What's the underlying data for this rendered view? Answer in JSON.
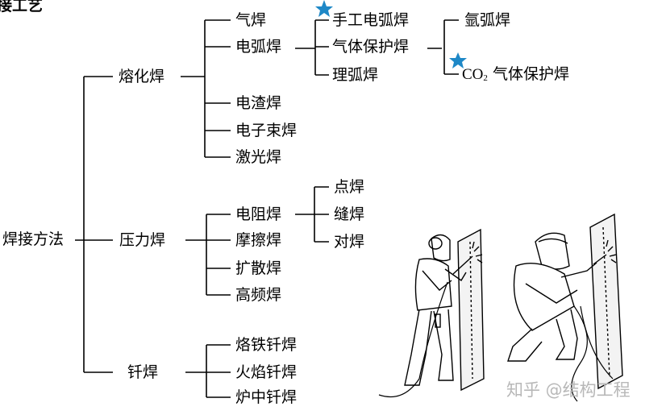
{
  "page_title": "接工艺",
  "root": "焊接方法",
  "categories": {
    "fusion": "熔化焊",
    "pressure": "压力焊",
    "brazing": "钎焊"
  },
  "fusion_items": {
    "gas": "气焊",
    "arc": "电弧焊",
    "electroslag": "电渣焊",
    "ebeam": "电子束焊",
    "laser": "激光焊"
  },
  "arc_items": {
    "manual": "手工电弧焊",
    "gas_shielded": "气体保护焊",
    "stud": "理弧焊"
  },
  "gas_shielded_items": {
    "argon": "氩弧焊",
    "co2_main": "CO",
    "co2_sub": "2",
    "co2_rest": " 气体保护焊"
  },
  "pressure_items": {
    "resistance": "电阻焊",
    "friction": "摩擦焊",
    "diffusion": "扩散焊",
    "hf": "高频焊"
  },
  "resistance_items": {
    "spot": "点焊",
    "seam": "缝焊",
    "butt": "对焊"
  },
  "brazing_items": {
    "iron": "烙铁钎焊",
    "flame": "火焰钎焊",
    "furnace": "炉中钎焊"
  },
  "watermark": "知乎 @结构工程",
  "colors": {
    "star": "#1e88c7",
    "line": "#000000",
    "watermark": "#b8b8b8"
  },
  "icons": [
    "star-icon",
    "welder-standing-illustration",
    "welder-crouching-illustration"
  ]
}
